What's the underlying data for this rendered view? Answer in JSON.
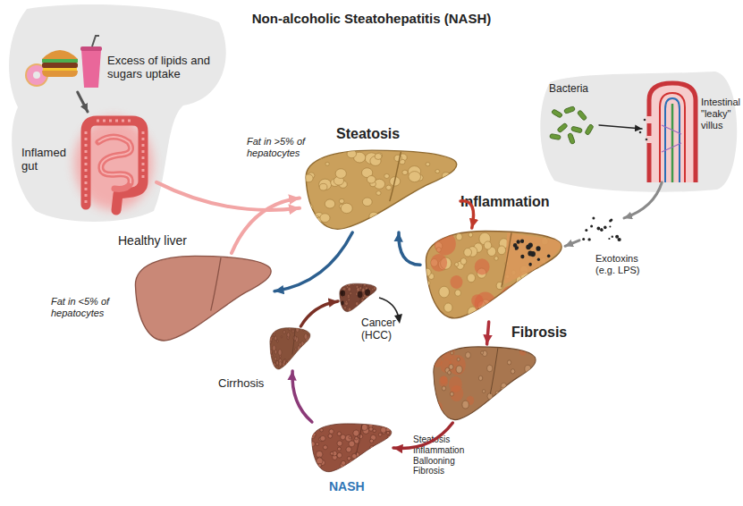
{
  "diagram": {
    "title": "Non-alcoholic Steatohepatitis (NASH)",
    "nodes": [
      {
        "text": [
          "Excess of lipids and sugars uptake"
        ]
      },
      {
        "text": [
          "Inflamed gut"
        ]
      },
      {
        "text": [
          "Steatosis",
          "Fat in >5% of hepatocytes"
        ]
      },
      {
        "text": [
          "Healthy liver",
          "Fat in <5% of hepatocytes"
        ]
      },
      {
        "text": [
          "Bacteria"
        ]
      },
      {
        "text": [
          "Intestinal \"leaky\" villus"
        ]
      },
      {
        "text": [
          "Inflammation"
        ]
      },
      {
        "text": [
          "Exotoxins (e.g. LPS)"
        ]
      },
      {
        "text": [
          "Fibrosis"
        ]
      },
      {
        "text": [
          "NASH",
          "Steatosis Inflammation Ballooning Fibrosis"
        ]
      },
      {
        "text": [
          "Cirrhosis"
        ]
      },
      {
        "text": [
          "Cancer (HCC)"
        ]
      }
    ],
    "edges": [
      {
        "from": 0,
        "to": 1,
        "arrow": "to"
      },
      {
        "from": 1,
        "to": 2,
        "arrow": "to"
      },
      {
        "from": 3,
        "to": 2,
        "arrow": "to"
      },
      {
        "from": 2,
        "to": 3,
        "arrow": "to"
      },
      {
        "from": 2,
        "to": 6,
        "arrow": "to"
      },
      {
        "from": 6,
        "to": 2,
        "arrow": "to"
      },
      {
        "from": 4,
        "to": 5,
        "arrow": "to"
      },
      {
        "from": 5,
        "to": 7,
        "arrow": "to"
      },
      {
        "from": 7,
        "to": 6,
        "arrow": "to"
      },
      {
        "from": 6,
        "to": 8,
        "arrow": "to"
      },
      {
        "from": 8,
        "to": 9,
        "arrow": "to"
      },
      {
        "from": 9,
        "to": 10,
        "arrow": "to"
      },
      {
        "from": 10,
        "to": 11,
        "arrow": "to"
      }
    ]
  }
}
